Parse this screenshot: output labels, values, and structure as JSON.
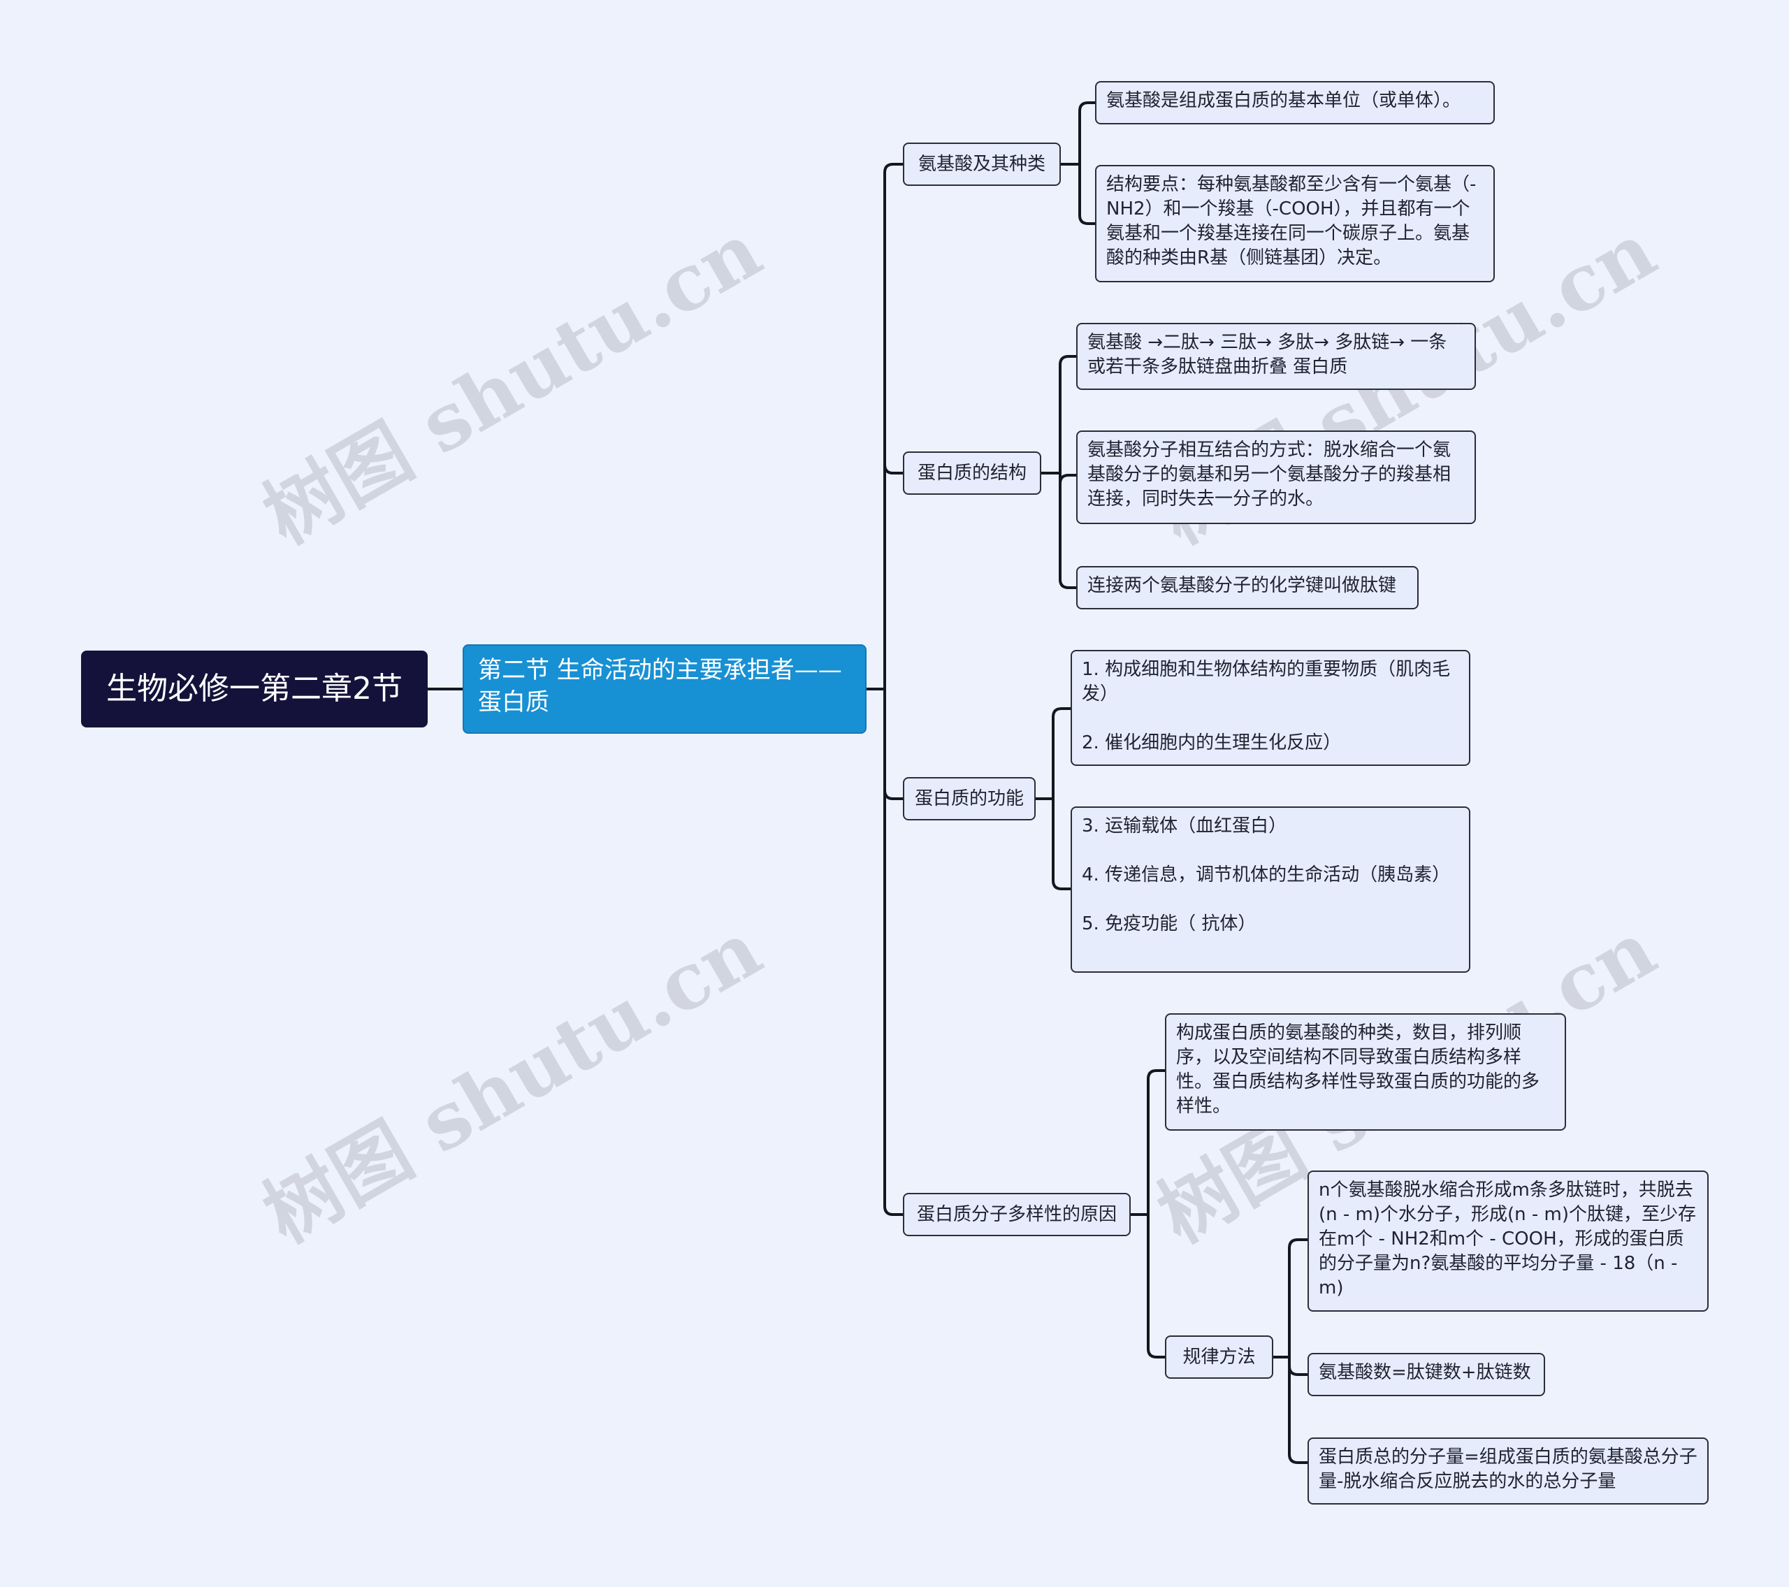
{
  "watermark": "树图 shutu.cn",
  "root": {
    "label": "生物必修一第二章2节"
  },
  "section": {
    "label": "第二节 生命活动的主要承担者——蛋白质"
  },
  "branches": {
    "amino": {
      "label": "氨基酸及其种类",
      "items": [
        "氨基酸是组成蛋白质的基本单位（或单体）。",
        "结构要点：每种氨基酸都至少含有一个氨基（-NH2）和一个羧基（-COOH），并且都有一个氨基和一个羧基连接在同一个碳原子上。氨基酸的种类由R基（侧链基团）决定。"
      ]
    },
    "structure": {
      "label": "蛋白质的结构",
      "items": [
        "氨基酸 →二肽→ 三肽→ 多肽→ 多肽链→ 一条或若干条多肽链盘曲折叠 蛋白质",
        "氨基酸分子相互结合的方式：脱水缩合一个氨基酸分子的氨基和另一个氨基酸分子的羧基相连接，同时失去一分子的水。",
        "连接两个氨基酸分子的化学键叫做肽键"
      ]
    },
    "function": {
      "label": "蛋白质的功能",
      "items": [
        "1. 构成细胞和生物体结构的重要物质（肌肉毛发）\n\n2. 催化细胞内的生理生化反应）",
        "3. 运输载体（血红蛋白）\n\n4. 传递信息，调节机体的生命活动（胰岛素）\n\n5. 免疫功能（ 抗体）"
      ]
    },
    "diversity": {
      "label": "蛋白质分子多样性的原因",
      "item": "构成蛋白质的氨基酸的种类，数目，排列顺序，以及空间结构不同导致蛋白质结构多样性。蛋白质结构多样性导致蛋白质的功能的多样性。",
      "method": {
        "label": "规律方法",
        "items": [
          "n个氨基酸脱水缩合形成m条多肽链时，共脱去(n - m)个水分子，形成(n - m)个肽键，至少存在m个 - NH2和m个 - COOH，形成的蛋白质的分子量为n?氨基酸的平均分子量 - 18（n - m)",
          "氨基酸数=肽键数+肽链数",
          "蛋白质总的分子量=组成蛋白质的氨基酸总分子量-脱水缩合反应脱去的水的总分子量"
        ]
      }
    }
  }
}
